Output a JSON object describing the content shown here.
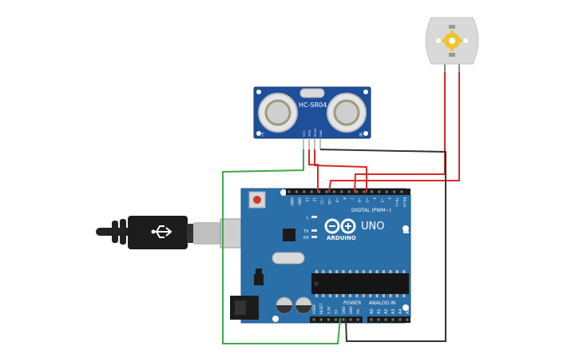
{
  "sensor": {
    "model": "HC-SR04",
    "pin_labels": [
      "VCC",
      "TRIG",
      "ECHO",
      "GND"
    ],
    "corner_left": "T",
    "corner_right": "R"
  },
  "board": {
    "brand": "ARDUINO",
    "model": "UNO",
    "digital_label": "DIGITAL (PWM~)",
    "power_label": "POWER",
    "analog_label": "ANALOG IN",
    "on_label": "ON",
    "led_l": "L",
    "led_tx": "TX",
    "led_rx": "RX",
    "digital_pins": [
      "AREF",
      "GND",
      "13",
      "12",
      "~11",
      "~10",
      "~9",
      "8",
      "7",
      "~6",
      "~5",
      "4",
      "~3",
      "2",
      "TX>1",
      "RX<0"
    ],
    "power_pins": [
      "IOREF",
      "RESET",
      "3.3V",
      "5V",
      "GND",
      "GND",
      "Vin"
    ],
    "analog_pins": [
      "A0",
      "A1",
      "A2",
      "A3",
      "A4",
      "A5"
    ]
  },
  "colors": {
    "board": "#2b6fa8",
    "sensor": "#1d4f9a",
    "wire_red": "#d42a2a",
    "wire_black": "#333333",
    "wire_green": "#3fa84c",
    "usb": "#222222",
    "motor": "#d9d9d9"
  },
  "icons": [
    "usb-cable-icon",
    "dc-motor-icon",
    "gear-icon",
    "arduino-infinity-logo-icon"
  ]
}
